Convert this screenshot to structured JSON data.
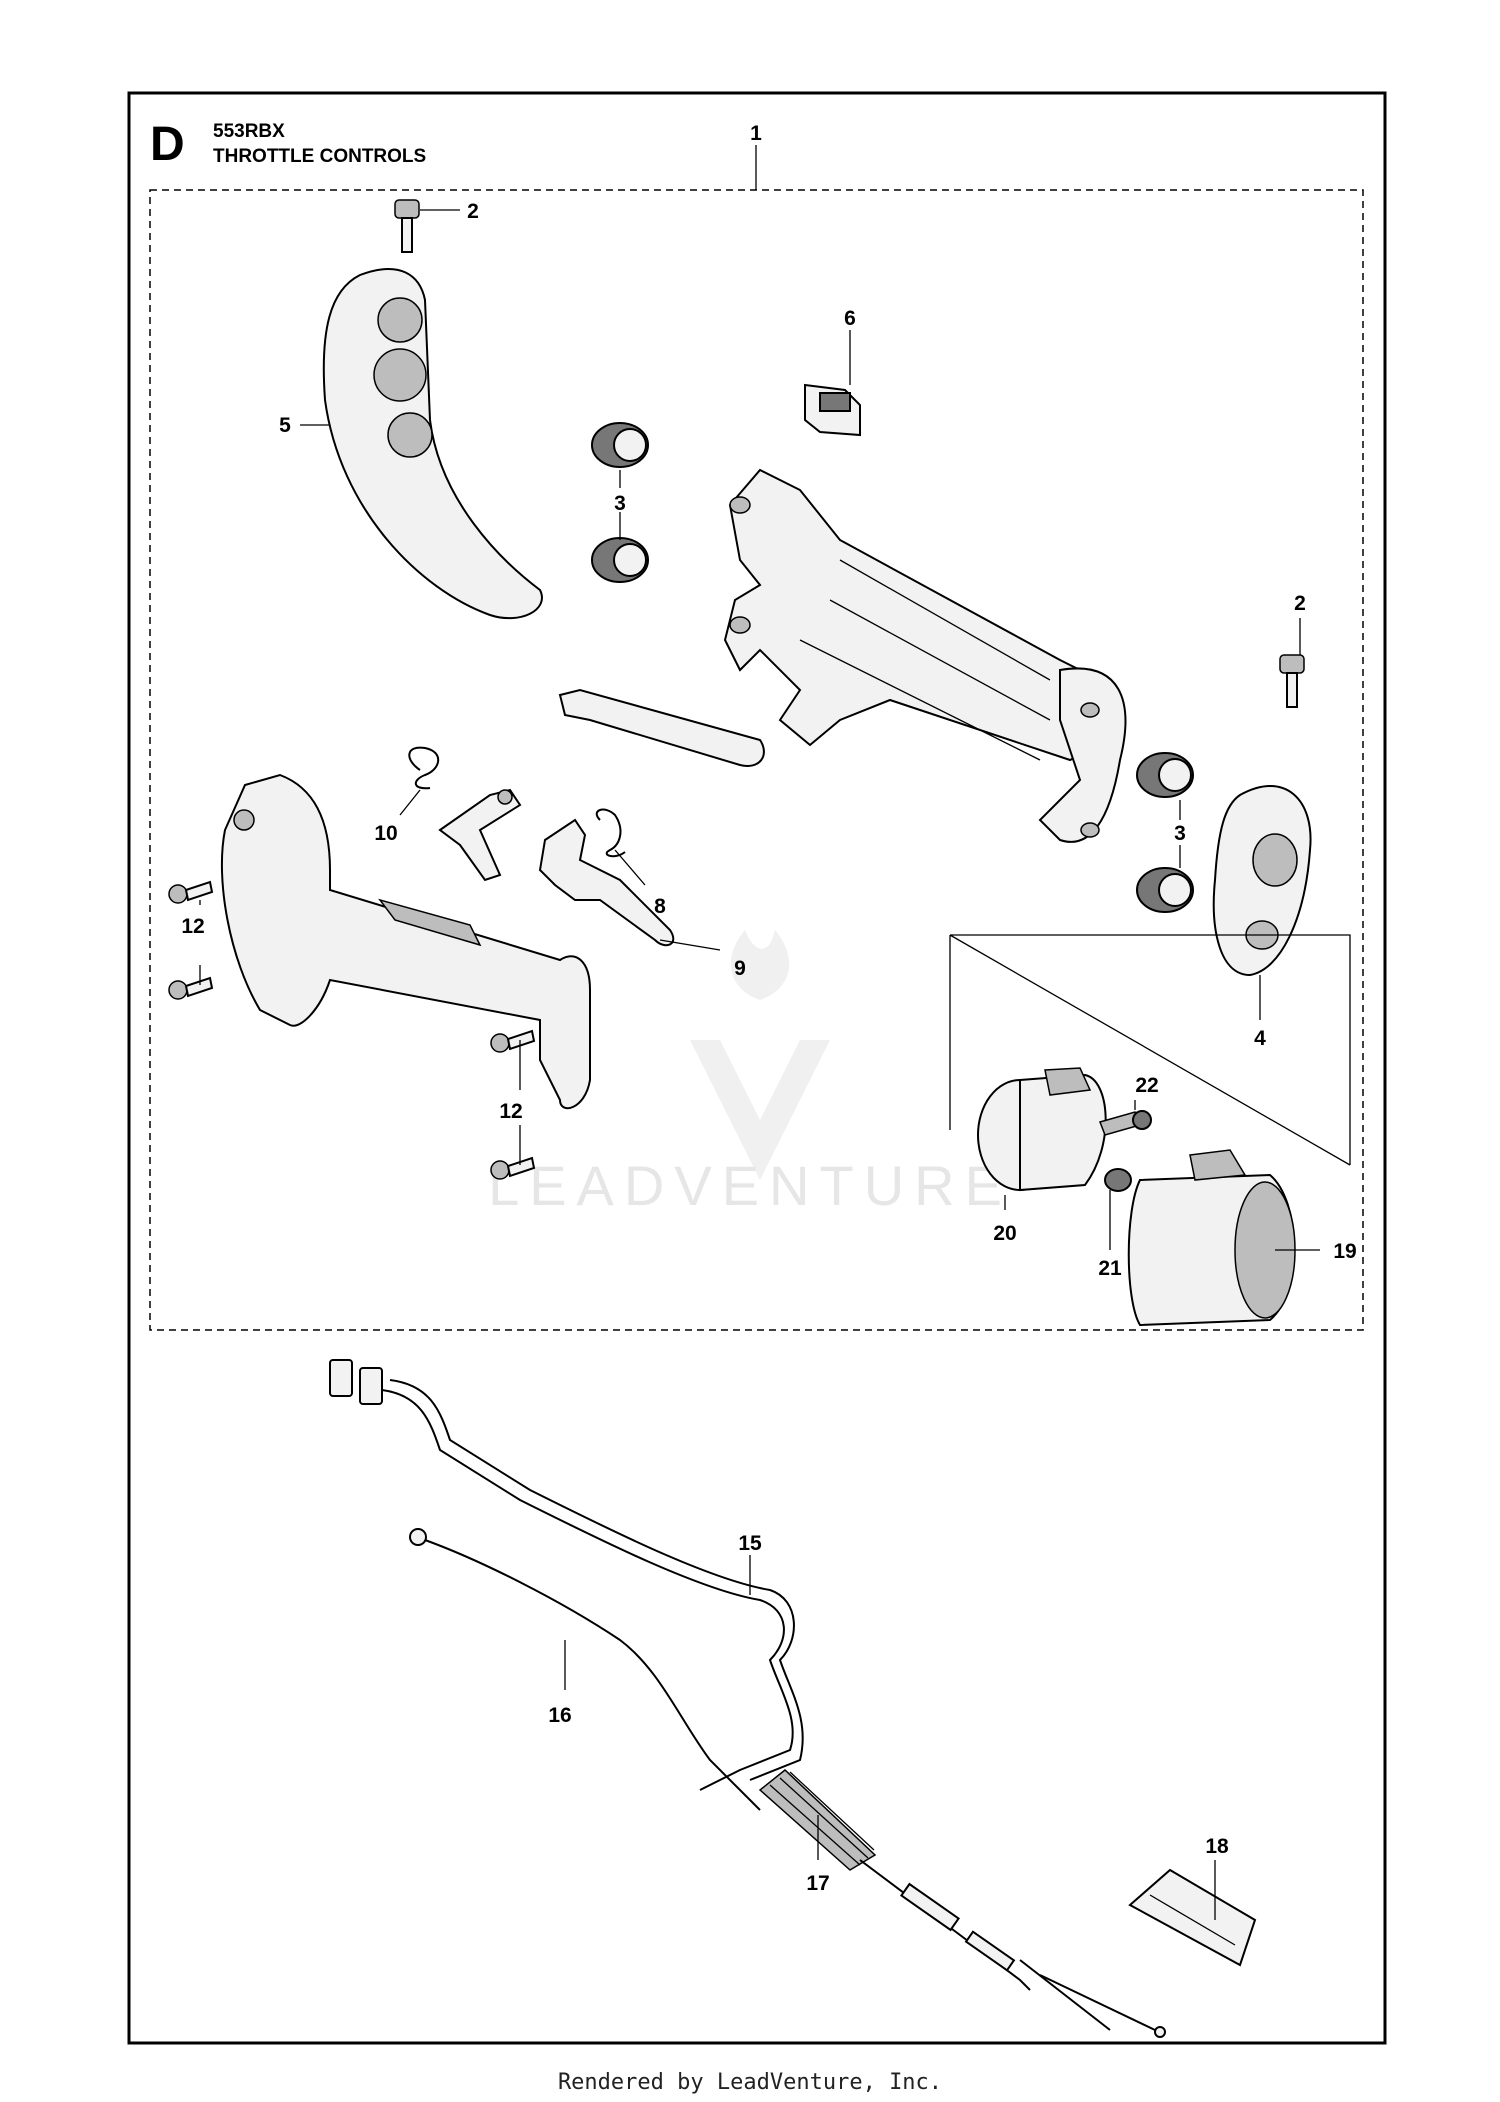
{
  "diagram": {
    "section_letter": "D",
    "model": "553RBX",
    "section_title": "THROTTLE CONTROLS",
    "watermark": "LEADVENTURE",
    "footer": "Rendered by LeadVenture, Inc."
  },
  "callouts": [
    {
      "id": "c1",
      "label": "1"
    },
    {
      "id": "c2a",
      "label": "2"
    },
    {
      "id": "c2b",
      "label": "2"
    },
    {
      "id": "c3a",
      "label": "3"
    },
    {
      "id": "c3b",
      "label": "3"
    },
    {
      "id": "c4",
      "label": "4"
    },
    {
      "id": "c5",
      "label": "5"
    },
    {
      "id": "c6",
      "label": "6"
    },
    {
      "id": "c8",
      "label": "8"
    },
    {
      "id": "c9",
      "label": "9"
    },
    {
      "id": "c10",
      "label": "10"
    },
    {
      "id": "c12a",
      "label": "12"
    },
    {
      "id": "c12b",
      "label": "12"
    },
    {
      "id": "c15",
      "label": "15"
    },
    {
      "id": "c16",
      "label": "16"
    },
    {
      "id": "c17",
      "label": "17"
    },
    {
      "id": "c18",
      "label": "18"
    },
    {
      "id": "c19",
      "label": "19"
    },
    {
      "id": "c20",
      "label": "20"
    },
    {
      "id": "c21",
      "label": "21"
    },
    {
      "id": "c22",
      "label": "22"
    }
  ],
  "colors": {
    "line": "#000000",
    "background": "#ffffff",
    "watermark": "#e6e6e6"
  }
}
